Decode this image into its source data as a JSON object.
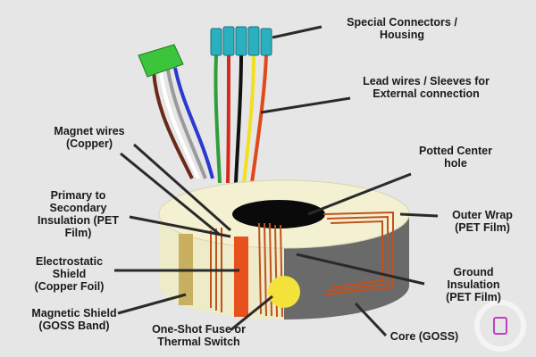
{
  "labels": {
    "connectors": "Special Connectors /\nHousing",
    "lead_wires": "Lead wires / Sleeves for\nExternal connection",
    "magnet_wires": "Magnet wires\n(Copper)",
    "potted_center": "Potted Center\nhole",
    "primary_secondary": "Primary to\nSecondary\nInsulation (PET\nFilm)",
    "outer_wrap": "Outer Wrap\n(PET Film)",
    "electrostatic": "Electrostatic\nShield\n(Copper Foil)",
    "ground_insulation": "Ground\nInsulation\n(PET Film)",
    "magnetic_shield": "Magnetic Shield\n(GOSS Band)",
    "fuse": "One-Shot Fuse or\nThermal Switch",
    "core": "Core (GOSS)"
  },
  "logo": "watermark-logo",
  "colors": {
    "background": "#e6e6e6",
    "insulation": "#eeecc8",
    "core": "#6a6a6a",
    "copper": "#e0541e",
    "connector": "#2bb0c0",
    "fuse": "#f2e23a",
    "lead_wires": [
      "#2e9e3a",
      "#d42a1e",
      "#111111",
      "#f0e020",
      "#e04a1a"
    ],
    "bundle_wires": [
      "#6a2a1a",
      "#ffffff",
      "#9a9a9a",
      "#2a3ad0"
    ]
  }
}
